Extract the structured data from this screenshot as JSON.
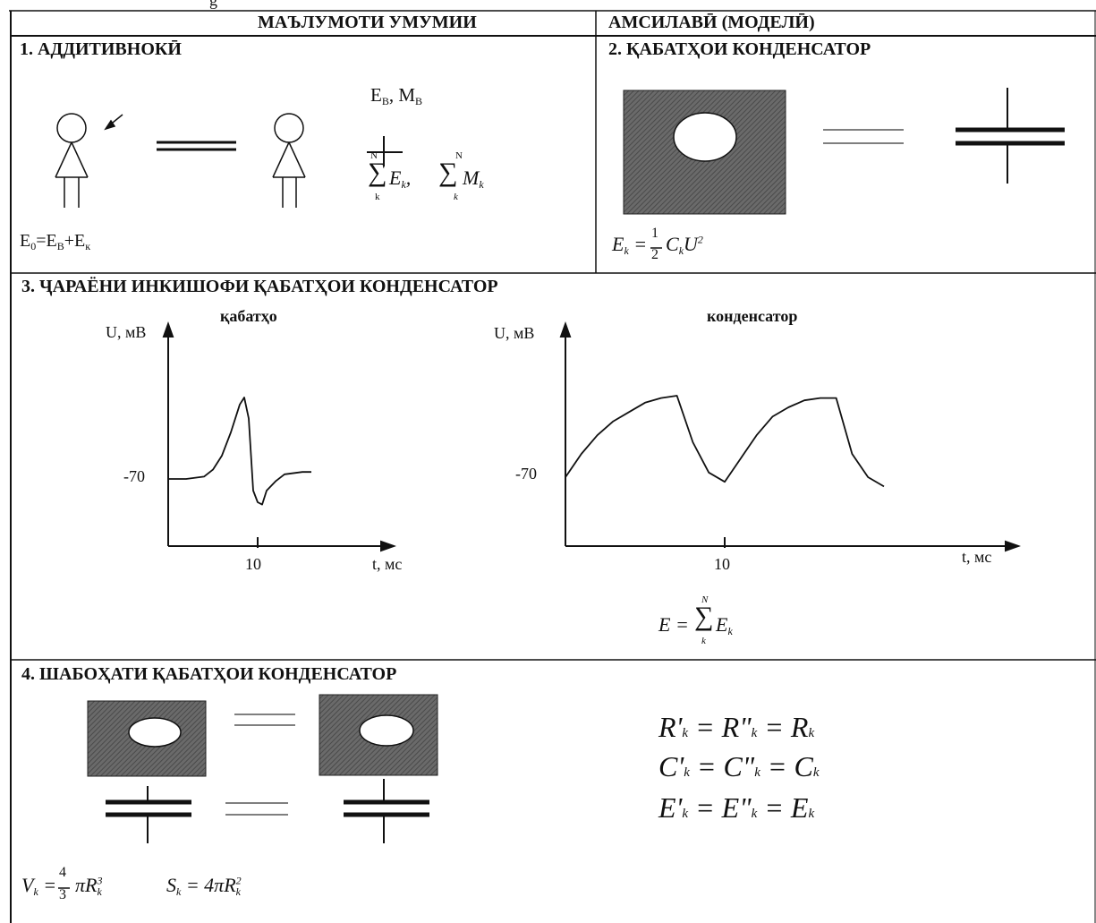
{
  "header": {
    "top_fragment": "g",
    "title_left": "МАЪЛУМОТИ УМУМИИ",
    "title_right": "АМСИЛАВӢ (МОДЕЛӢ)"
  },
  "section1": {
    "title": "1. АДДИТИВНОКӢ",
    "label_top": "E",
    "label_top_sub": "B",
    "label_top_tail": ", M",
    "label_top_sub2": "B",
    "sum_upper": "N",
    "sum_lower": "k",
    "sum_term1": "E",
    "sum_term1_sub": "k",
    "sum_term2": "M",
    "sum_term2_sub": "k",
    "equation": "E",
    "equation_sub0": "0",
    "equation_mid": "=E",
    "equation_sub1": "B",
    "equation_plus": "+E",
    "equation_sub2": "к"
  },
  "section2": {
    "title": "2. ҚАБАТҲОИ КОНДЕНСАТОР",
    "formula_lhs": "E",
    "formula_lhs_sub": "k",
    "formula_num": "1",
    "formula_den": "2",
    "formula_rhs": "C",
    "formula_rhs_sub": "k",
    "formula_rhs_tail": "U",
    "formula_sup": "2"
  },
  "section3": {
    "title": "3. ҶАРАЁНИ ИНКИШОФИ ҚАБАТҲОИ КОНДЕНСАТОР",
    "formula_lhs": "E",
    "formula_sum_upper": "N",
    "formula_sum_lower": "k",
    "formula_term": "E",
    "formula_term_sub": "k"
  },
  "section4": {
    "title": "4. ШАБОҲАТИ ҚАБАТҲОИ КОНДЕНСАТОР",
    "rel1": "R'",
    "rel1b": "= R\"",
    "rel1c": "= R",
    "rel2": "C'",
    "rel2b": "= C\"",
    "rel2c": "= C",
    "rel3": "E'",
    "rel3b": "= E\"",
    "rel3c": "= E",
    "rel_sub": "k",
    "vol_lhs": "V",
    "vol_num": "4",
    "vol_den": "3",
    "vol_rhs": "πR",
    "vol_sup": "3",
    "area_lhs": "S",
    "area_rhs": "= 4πR",
    "area_sup": "2",
    "sub_k": "k"
  },
  "chart_data": [
    {
      "type": "line",
      "title": "қабатҳо",
      "ylabel": "U, мВ",
      "xlabel": "t, мс",
      "x_ticks": [
        "10"
      ],
      "y_ticks": [
        "-70"
      ],
      "grid": false,
      "series": [
        {
          "x": [
            0,
            2,
            4,
            5,
            6,
            7,
            8,
            8.5,
            9,
            9.5,
            10,
            10.5,
            11,
            12,
            13,
            15,
            16
          ],
          "y": [
            -70,
            -70,
            -69,
            -66,
            -60,
            -50,
            -38,
            -35,
            -44,
            -75,
            -80,
            -81,
            -75,
            -71,
            -68,
            -67,
            -67
          ]
        }
      ]
    },
    {
      "type": "line",
      "title": "конденсатор",
      "ylabel": "U, мВ",
      "xlabel": "t, мс",
      "x_ticks": [
        "10"
      ],
      "y_ticks": [
        "-70"
      ],
      "grid": false,
      "series": [
        {
          "x": [
            0,
            1,
            2,
            3,
            4,
            5,
            6,
            7,
            8,
            9,
            10,
            11,
            12,
            13,
            14,
            15,
            16,
            17,
            18,
            19,
            20
          ],
          "y": [
            -70,
            -60,
            -52,
            -46,
            -42,
            -38,
            -36,
            -35,
            -55,
            -68,
            -72,
            -62,
            -52,
            -44,
            -40,
            -37,
            -36,
            -36,
            -60,
            -70,
            -74
          ]
        }
      ]
    }
  ]
}
